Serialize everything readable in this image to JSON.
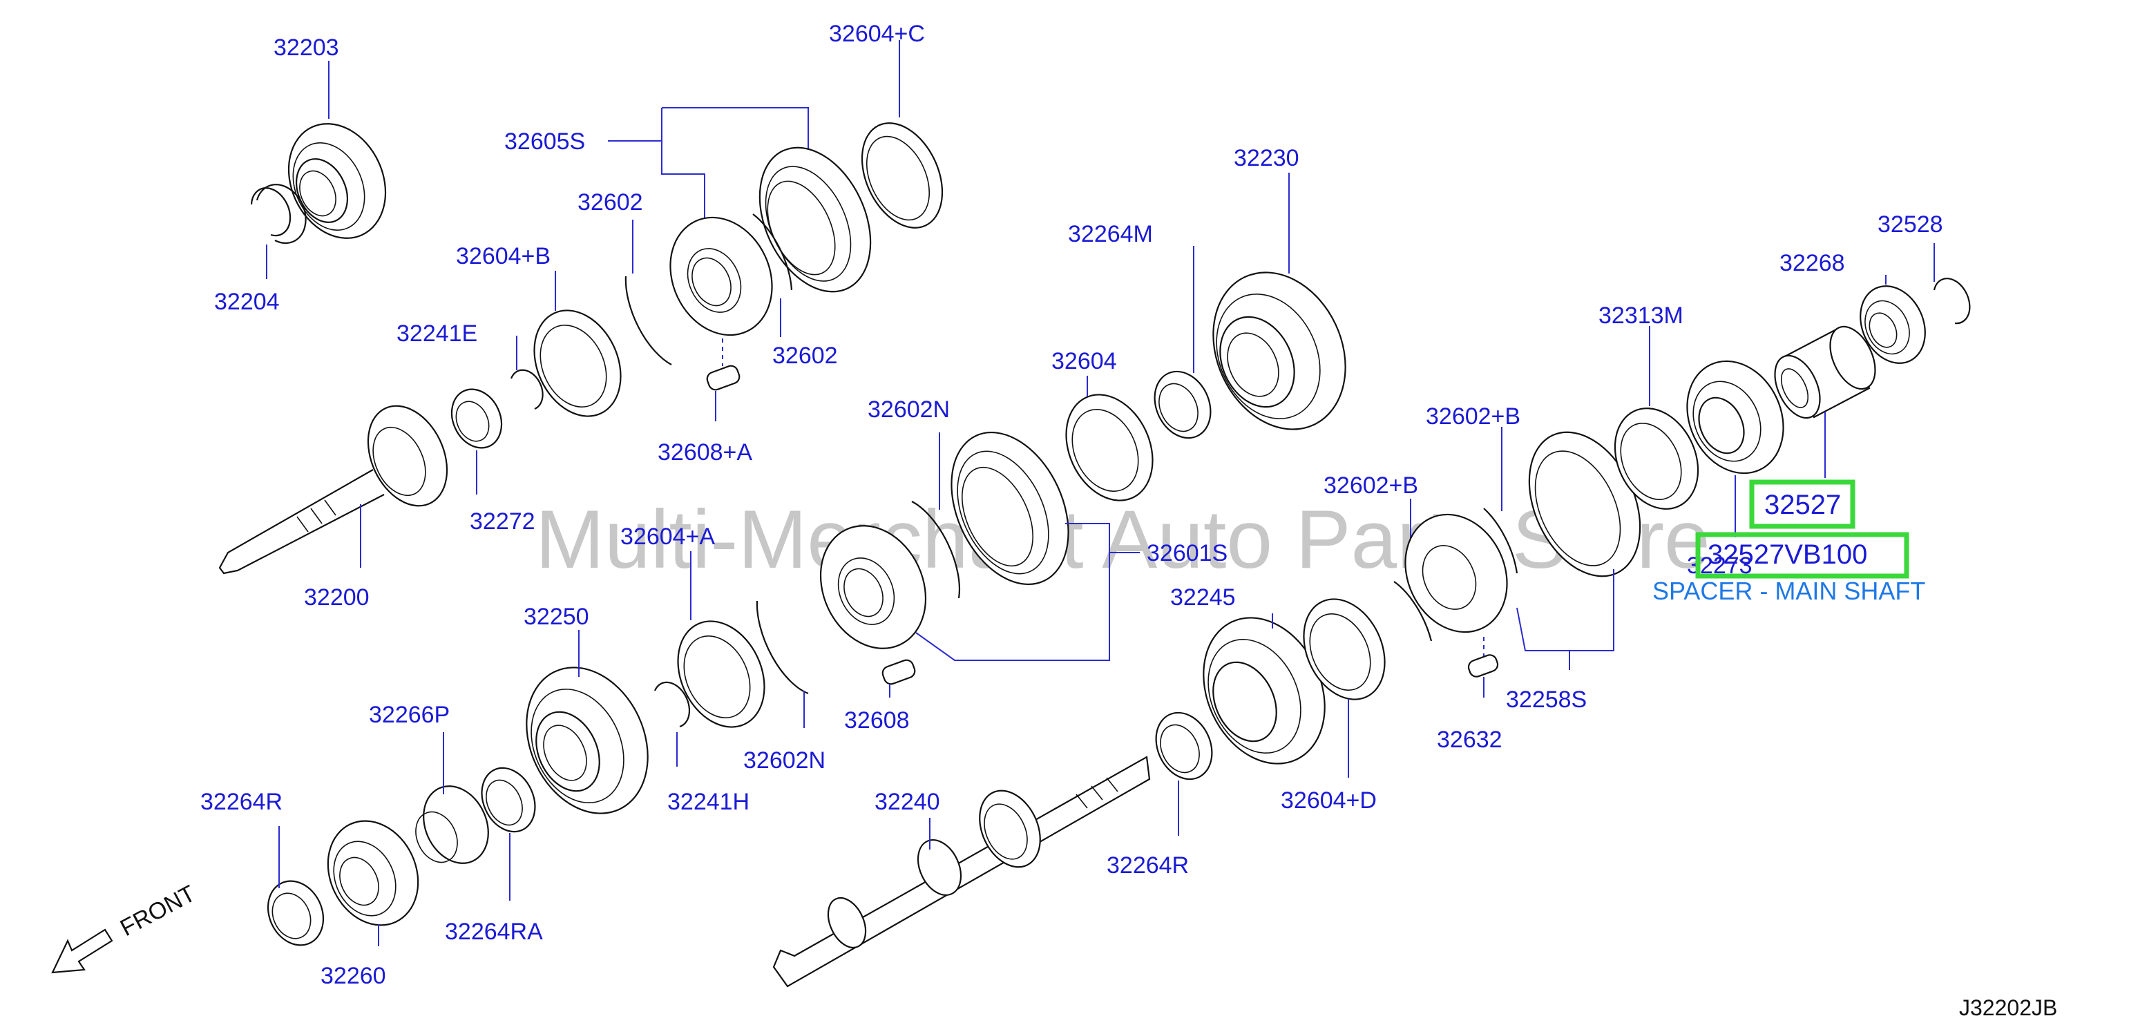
{
  "watermark": "Multi-Merchant Auto Parts Store",
  "drawing_code": "J32202JB",
  "front_label": "FRONT",
  "highlight": {
    "part_primary": "32527",
    "part_number": "32527VB100",
    "description": "SPACER - MAIN SHAFT"
  },
  "labels": {
    "l32203": "32203",
    "l32204": "32204",
    "l32605S": "32605S",
    "l32604C": "32604+C",
    "l32602a": "32602",
    "l32602b": "32602",
    "l32604B": "32604+B",
    "l32241E": "32241E",
    "l32608A": "32608+A",
    "l32272": "32272",
    "l32200": "32200",
    "l32230": "32230",
    "l32264M": "32264M",
    "l32604": "32604",
    "l32602N_top": "32602N",
    "l32601S": "32601S",
    "l32604A": "32604+A",
    "l32250": "32250",
    "l32266P": "32266P",
    "l32264R_left": "32264R",
    "l32260": "32260",
    "l32264RA": "32264RA",
    "l32241H": "32241H",
    "l32602N_bottom": "32602N",
    "l32608": "32608",
    "l32240": "32240",
    "l32264R_bottom": "32264R",
    "l32245": "32245",
    "l32604D": "32604+D",
    "l32602B_low": "32602+B",
    "l32602B_high": "32602+B",
    "l32632": "32632",
    "l32258S": "32258S",
    "l32313M": "32313M",
    "l32273": "32273",
    "l32268": "32268",
    "l32528": "32528"
  }
}
